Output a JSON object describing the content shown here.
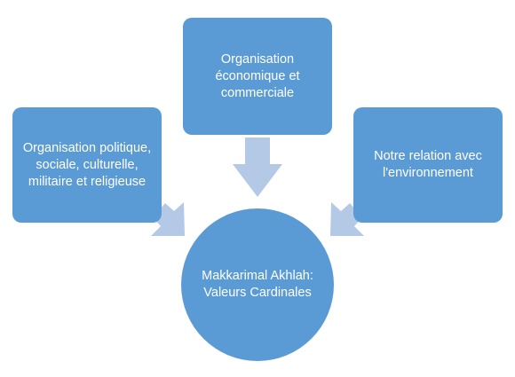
{
  "diagram": {
    "nodes": {
      "left": {
        "label": "Organisation politique, sociale, culturelle, militaire et religieuse"
      },
      "top": {
        "label": "Organisation économique et commerciale"
      },
      "right": {
        "label": "Notre relation avec l'environnement"
      },
      "center": {
        "label": "Makkarimal Akhlah: Valeurs Cardinales"
      }
    },
    "edges": [
      {
        "from": "left",
        "to": "center"
      },
      {
        "from": "top",
        "to": "center"
      },
      {
        "from": "right",
        "to": "center"
      }
    ]
  },
  "colors": {
    "node_fill": "#5b9bd5",
    "node_text": "#ffffff",
    "arrow_fill": "#b4c9e6"
  }
}
